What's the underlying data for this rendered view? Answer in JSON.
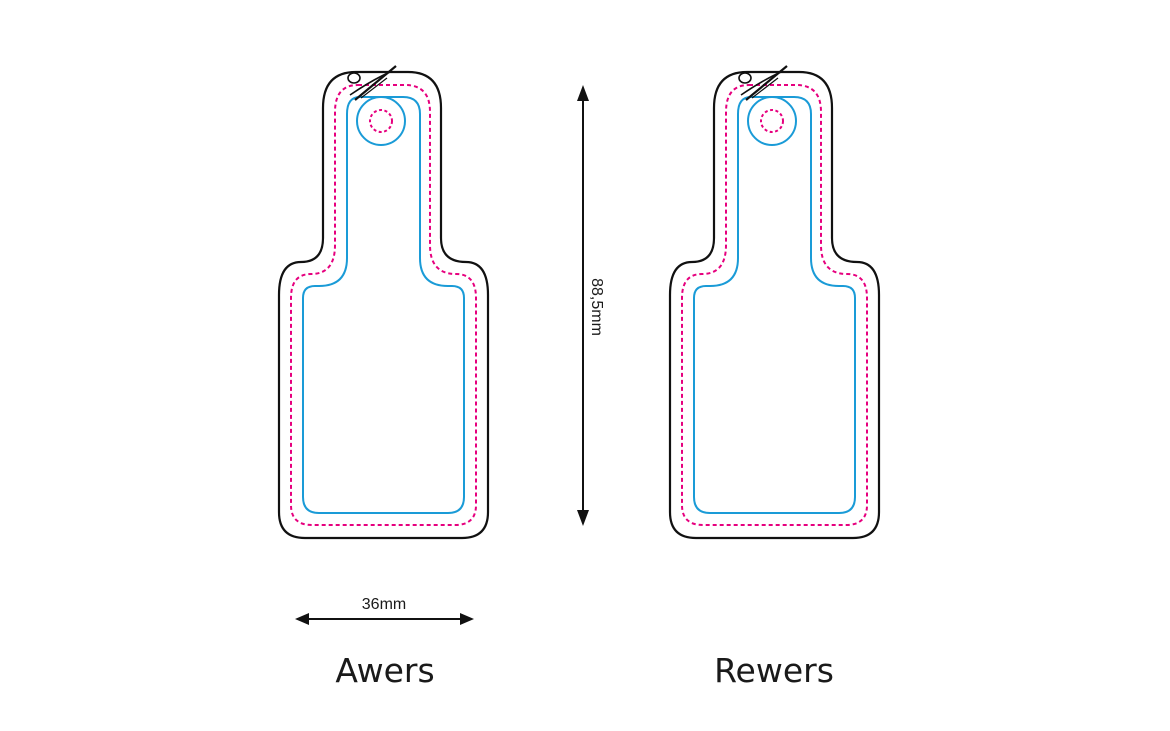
{
  "dimensions": {
    "height_label": "88,5mm",
    "width_label": "36mm"
  },
  "sides": {
    "front_label": "Awers",
    "back_label": "Rewers"
  },
  "colors": {
    "cut_line": "#111111",
    "safe_line": "#e6007e",
    "print_area": "#1a9bd7",
    "arrow": "#111111",
    "text": "#1a1a1a"
  },
  "icons": {
    "keyring": "key-ring-icon"
  }
}
